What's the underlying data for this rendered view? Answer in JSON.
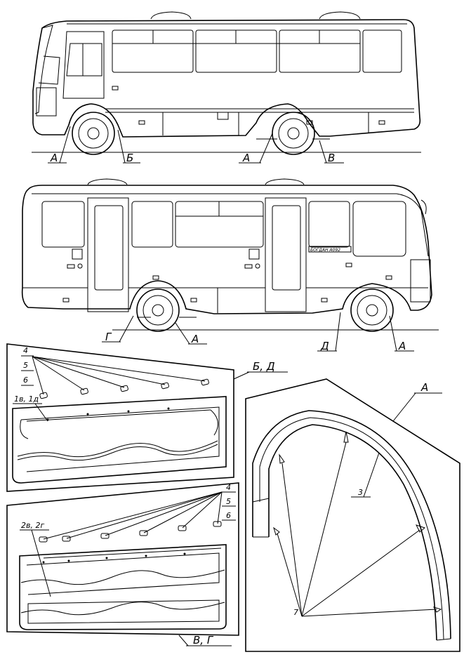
{
  "side_view_top": {
    "labels": {
      "a1": "А",
      "b": "Б",
      "a2": "А",
      "v": "В"
    }
  },
  "side_view_bottom": {
    "labels": {
      "g": "Г",
      "a1": "А",
      "d": "Д",
      "a2": "А"
    },
    "badge_text": "БОГДАН  А092"
  },
  "panel_bd": {
    "title": "Б, Д",
    "callouts": [
      "4",
      "5",
      "6"
    ],
    "part_label": "1в, 1д"
  },
  "panel_vg": {
    "title": "В, Г",
    "callouts": [
      "4",
      "5",
      "6"
    ],
    "part_label": "2в, 2г"
  },
  "panel_a": {
    "title": "А",
    "arch_label": "3",
    "fastener_label": "7"
  }
}
